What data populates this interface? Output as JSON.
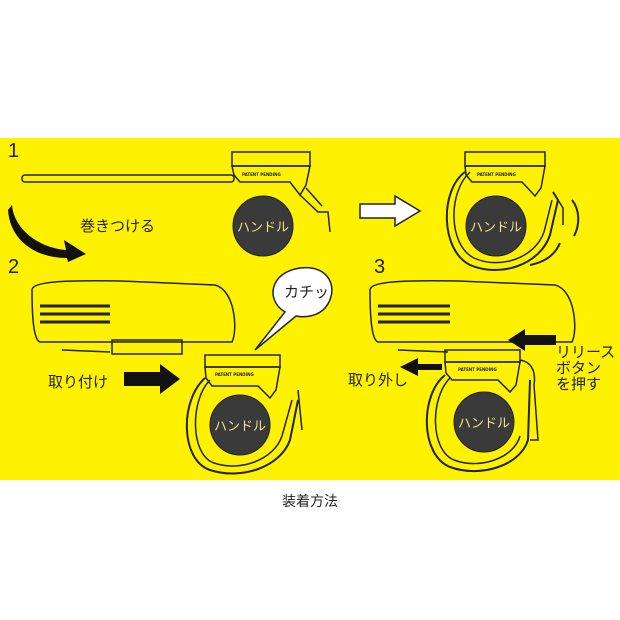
{
  "steps": {
    "one": "1",
    "two": "2",
    "three": "3"
  },
  "labels": {
    "wrap": "巻きつける",
    "click_sound": "カチッ",
    "attach": "取り付け",
    "detach": "取り外し",
    "release_line1": "リリース",
    "release_line2": "ボタン",
    "release_line3": "を押す",
    "patent": "PATENT PENDING"
  },
  "handle_label": "ハンドル",
  "caption": "装着方法",
  "colors": {
    "background": "#fef200",
    "handle": "#3a3a3a",
    "line": "#222222"
  }
}
